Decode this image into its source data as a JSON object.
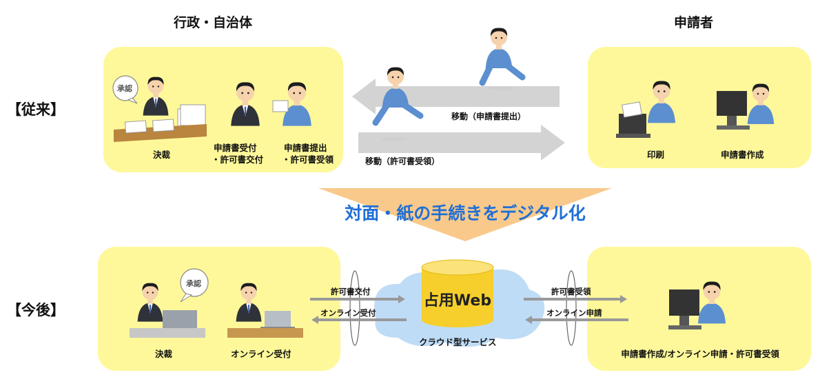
{
  "headers": {
    "government": "行政・自治体",
    "applicant": "申請者"
  },
  "rows": {
    "conventional": "【従来】",
    "future": "【今後】"
  },
  "conventional": {
    "gov_captions": {
      "decision": "決裁",
      "reception_line1": "申請書受付",
      "reception_line2": "・許可書交付",
      "submission_line1": "申請書提出",
      "submission_line2": "・許可書受領"
    },
    "bubble": "承認",
    "move_submit": "移動（申請書提出）",
    "move_receive": "移動（許可書受領）",
    "applicant_captions": {
      "print": "印刷",
      "create": "申請書作成"
    }
  },
  "transition": "対面・紙の手続きをデジタル化",
  "future": {
    "gov_captions": {
      "decision": "決裁",
      "online_reception": "オンライン受付"
    },
    "bubble": "承認",
    "flows": {
      "gov_out": "許可書交付",
      "gov_in": "オンライン受付",
      "app_out": "許可書受領",
      "app_in": "オンライン申請"
    },
    "system_name": "占用Web",
    "cloud_label": "クラウド型サービス",
    "applicant_caption": "申請書作成/オンライン申請・許可書受領"
  },
  "colors": {
    "panel": "#fef89a",
    "transition_text": "#1f6fd6",
    "transition_arrow": "#f9c98b",
    "cloud": "#bfdcf6",
    "database": "#f6cf2c",
    "worker_uniform": "#5b8fd0"
  }
}
